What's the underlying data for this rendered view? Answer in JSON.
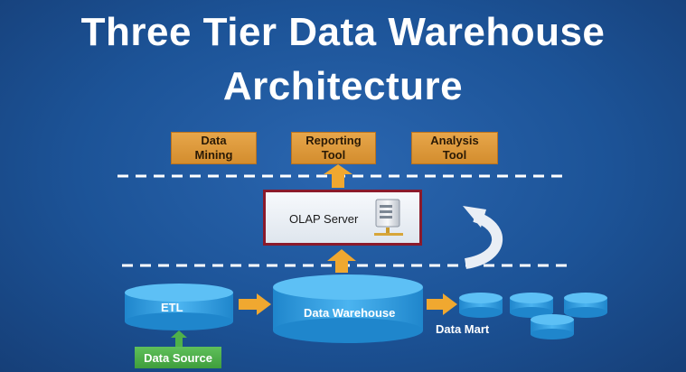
{
  "title_line1": "Three Tier Data Warehouse",
  "title_line2": "Architecture",
  "tools": {
    "data_mining": "Data\nMining",
    "reporting_tool": "Reporting\nTool",
    "analysis_tool": "Analysis\nTool"
  },
  "olap_server": "OLAP Server",
  "etl": "ETL",
  "data_warehouse": "Data Warehouse",
  "data_mart": "Data Mart",
  "data_source": "Data Source",
  "colors": {
    "background": "#1c5397",
    "tool_box": "#e0a03f",
    "arrow": "#f0a830",
    "cylinder": "#3fa4e6",
    "olap_border": "#8b1a2b",
    "data_source": "#4fb04a"
  }
}
